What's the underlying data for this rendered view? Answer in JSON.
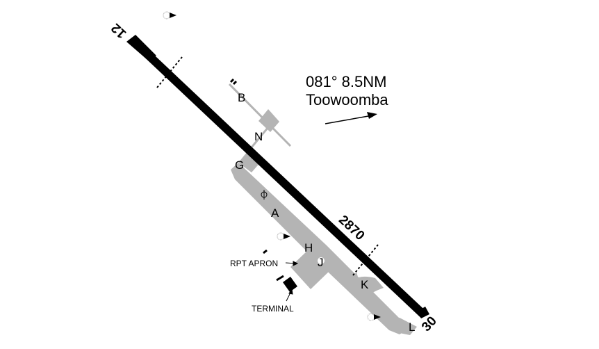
{
  "navigation": {
    "bearing_distance": "081° 8.5NM",
    "destination": "Toowoomba"
  },
  "runway": {
    "end_northwest": "12",
    "end_southeast": "30",
    "length": "2870"
  },
  "taxiways": {
    "a": "A",
    "b": "B",
    "g": "G",
    "h": "H",
    "j": "J",
    "k": "K",
    "l": "L",
    "n": "N"
  },
  "labels": {
    "apron": "RPT APRON",
    "terminal": "TERMINAL"
  },
  "colors": {
    "runway": "#000000",
    "taxiway": "#b4b4b4",
    "background": "#ffffff"
  },
  "icons": {
    "windsock": "windsock-icon",
    "wind_indicator": "wind-direction-indicator-icon"
  }
}
